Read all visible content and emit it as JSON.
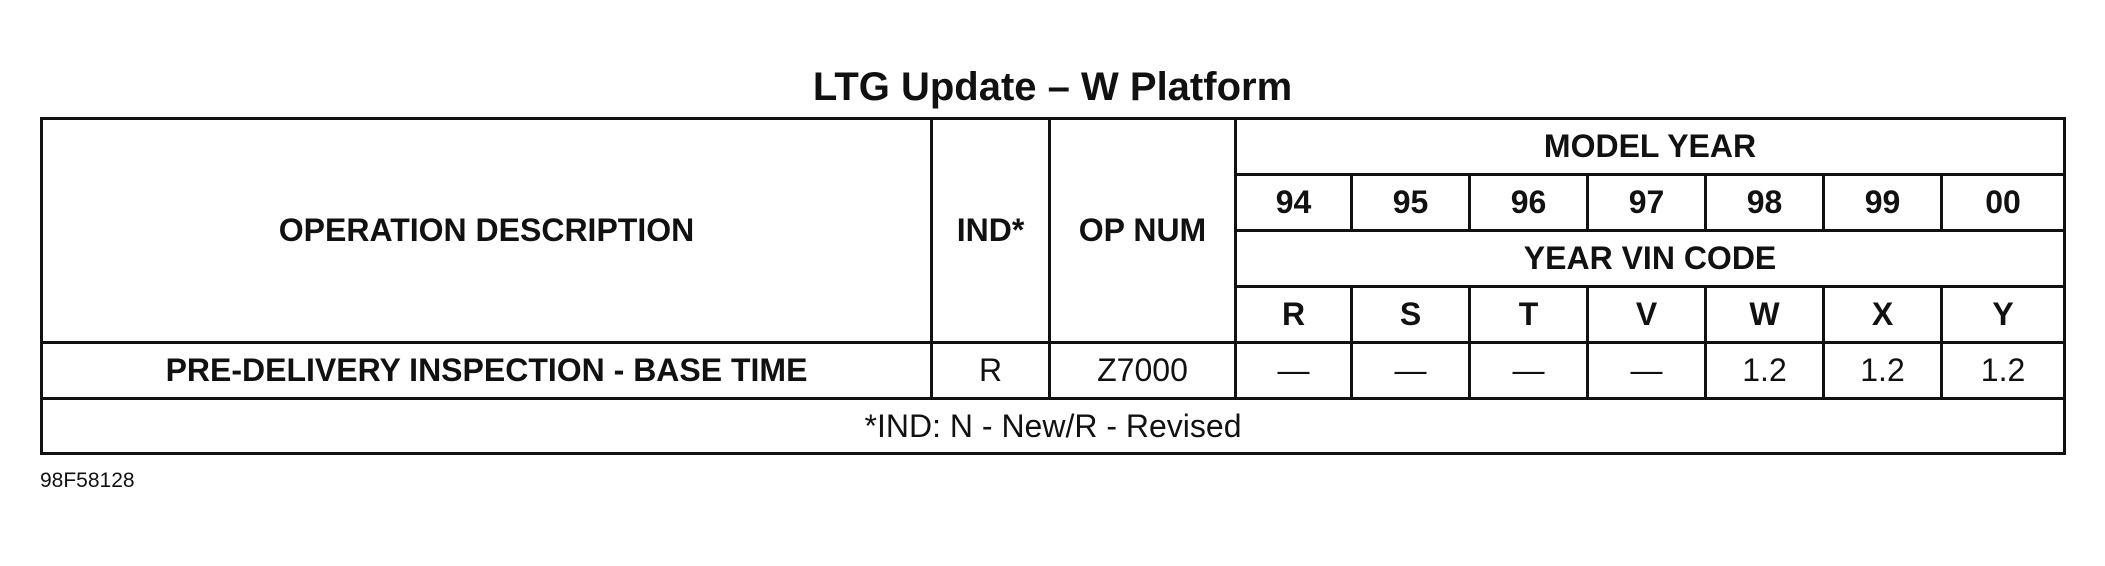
{
  "title": "LTG Update – W Platform",
  "headers": {
    "model_year": "MODEL YEAR",
    "year_vin_code": "YEAR VIN CODE",
    "operation_description": "OPERATION DESCRIPTION",
    "ind": "IND*",
    "op_num": "OP NUM",
    "years": [
      "94",
      "95",
      "96",
      "97",
      "98",
      "99",
      "00"
    ],
    "vin_codes": [
      "R",
      "S",
      "T",
      "V",
      "W",
      "X",
      "Y"
    ]
  },
  "rows": [
    {
      "description": "PRE-DELIVERY INSPECTION - BASE TIME",
      "ind": "R",
      "op_num": "Z7000",
      "times": [
        "—",
        "—",
        "—",
        "—",
        "1.2",
        "1.2",
        "1.2"
      ]
    }
  ],
  "footnote": "*IND: N - New/R - Revised",
  "figure_id": "98F58128"
}
